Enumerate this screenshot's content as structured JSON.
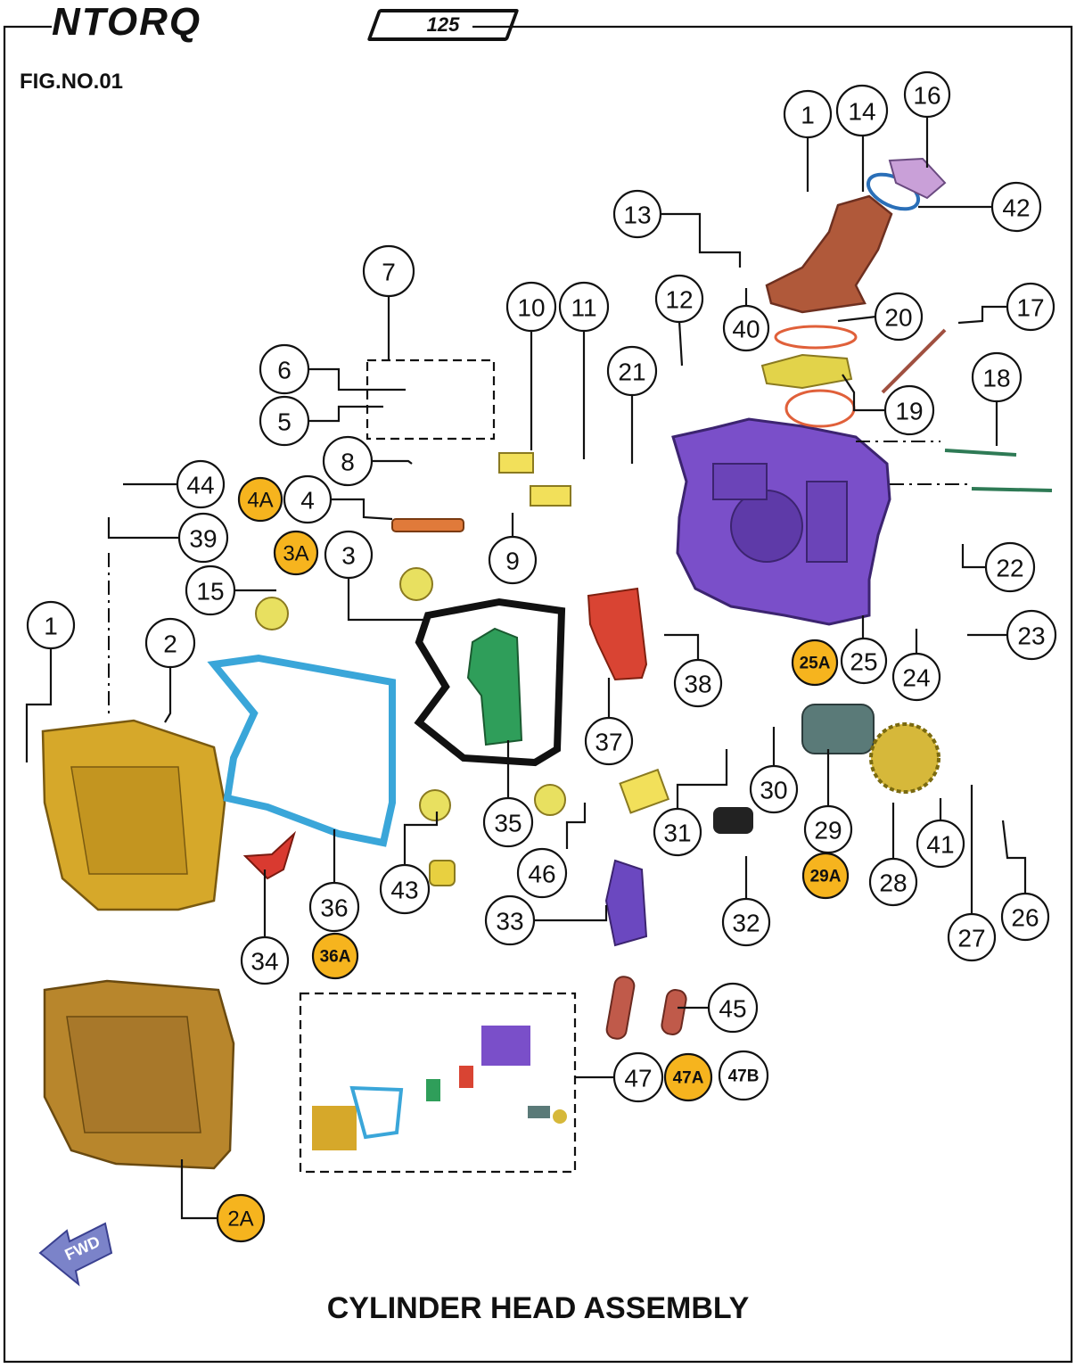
{
  "brand": {
    "name": "NTORQ",
    "model": "125"
  },
  "figure_no": "FIG.NO.01",
  "title": "CYLINDER HEAD ASSEMBLY",
  "fwd_label": "FWD",
  "colors": {
    "highlight": "#f6b41e",
    "head": "#7a4fc9",
    "cover": "#d6a82a",
    "gasket": "#3aa6d9",
    "manifold": "#b0593a",
    "plate_green": "#2f9e5a",
    "plate_red": "#d94433"
  },
  "callouts": [
    "1",
    "14",
    "16",
    "42",
    "13",
    "40",
    "20",
    "17",
    "12",
    "19",
    "18",
    "7",
    "10",
    "11",
    "21",
    "6",
    "5",
    "8",
    "44",
    "4A",
    "4",
    "9",
    "39",
    "3A",
    "3",
    "22",
    "15",
    "25A",
    "25",
    "23",
    "24",
    "1",
    "2",
    "38",
    "37",
    "30",
    "29",
    "29A",
    "31",
    "35",
    "28",
    "41",
    "27",
    "26",
    "43",
    "46",
    "33",
    "32",
    "36",
    "36A",
    "34",
    "45",
    "47",
    "47A",
    "47B",
    "2A"
  ]
}
